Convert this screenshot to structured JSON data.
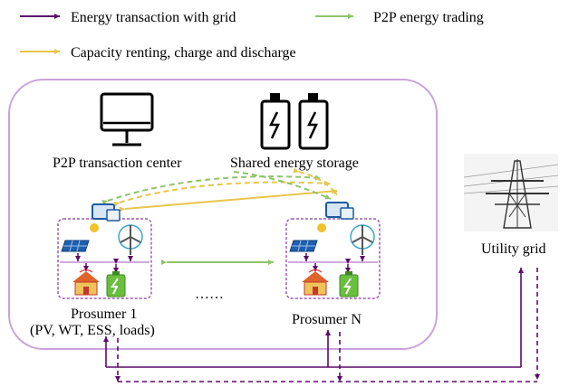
{
  "legend": {
    "grid": "Energy transaction with grid",
    "p2p": "P2P energy trading",
    "capacity": "Capacity renting, charge and discharge"
  },
  "labels": {
    "center": "P2P transaction center",
    "storage": "Shared energy storage",
    "utility": "Utility grid",
    "prosumer1": "Prosumer 1",
    "prosumer1_detail": "(PV, WT, ESS, loads)",
    "prosumerN": "Prosumer N",
    "ellipsis": "……"
  },
  "colors": {
    "grid": "#5b0a6b",
    "p2p": "#8fc36a",
    "capacity": "#e7c64a",
    "community_border": "#c9a3d9",
    "prosumer_border": "#9b59b6"
  },
  "icons": [
    "monitor-icon",
    "battery-icon",
    "transmission-tower-icon",
    "computer-icon",
    "solar-panel-icon",
    "wind-turbine-icon",
    "house-icon",
    "battery-charging-icon"
  ]
}
